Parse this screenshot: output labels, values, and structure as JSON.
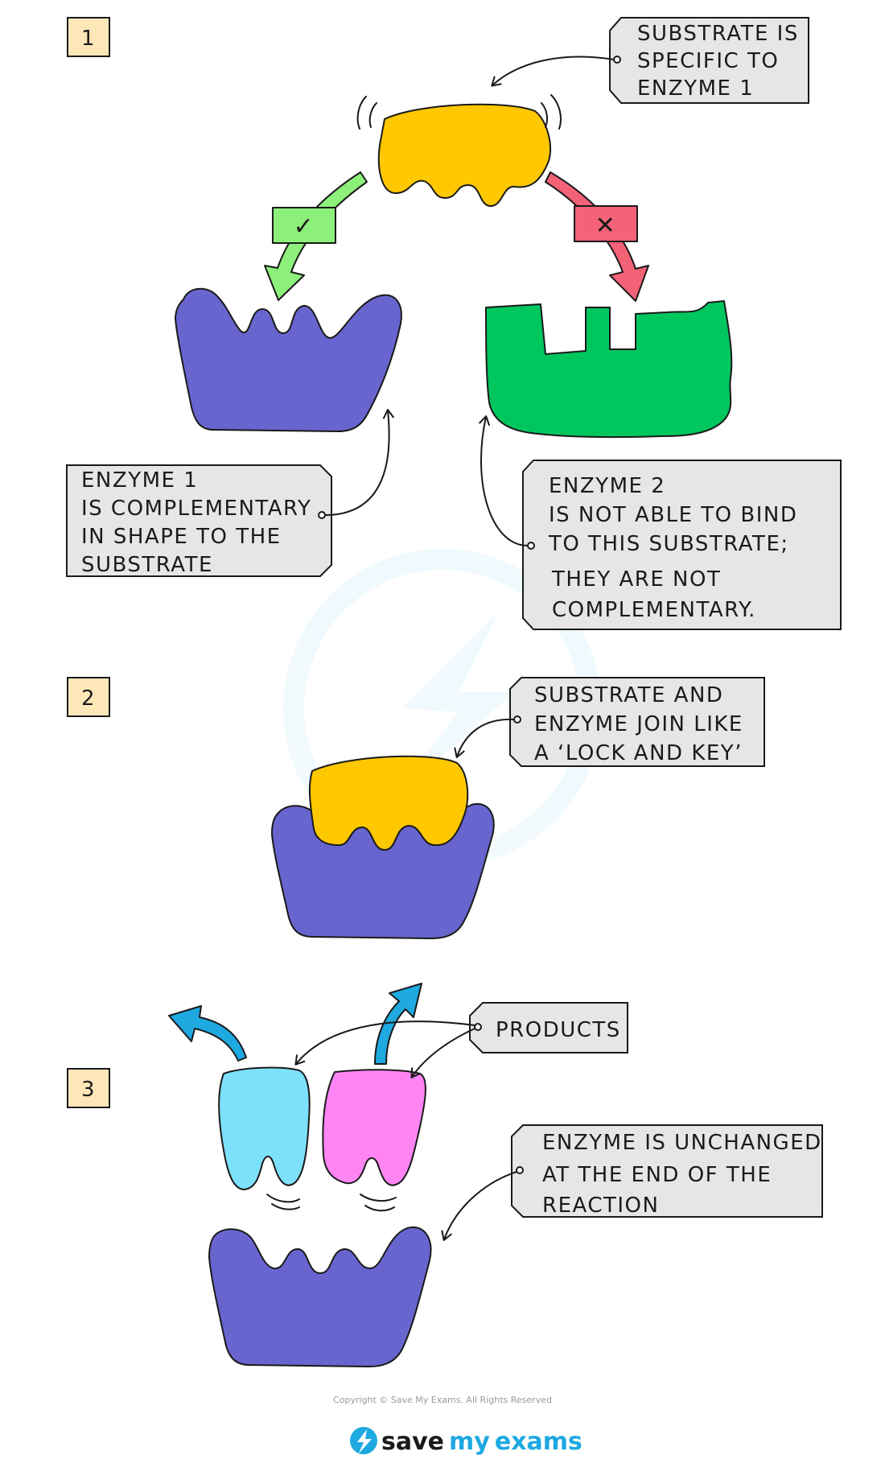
{
  "steps": [
    "1",
    "2",
    "3"
  ],
  "callouts": {
    "substrate_specific": [
      "SUBSTRATE IS",
      "SPECIFIC  TO",
      "ENZYME 1"
    ],
    "enzyme1": [
      "ENZYME 1",
      "IS COMPLEMENTARY",
      "IN SHAPE  TO THE",
      "SUBSTRATE"
    ],
    "enzyme2": [
      "ENZYME 2",
      "IS NOT  ABLE TO BIND",
      "TO THIS  SUBSTRATE;",
      "THEY  ARE  NOT",
      "COMPLEMENTARY."
    ],
    "lock_key": [
      "SUBSTRATE   AND",
      "ENZYME  JOIN  LIKE",
      "A ‘LOCK  AND  KEY’"
    ],
    "products": [
      "PRODUCTS"
    ],
    "unchanged": [
      "ENZYME IS  UNCHANGED",
      "AT  THE  END  OF  THE",
      "REACTION"
    ]
  },
  "marks": {
    "correct": "✓",
    "incorrect": "✕"
  },
  "colors": {
    "substrate": "#ffc800",
    "enzyme1": "#6865cf",
    "enzyme2": "#00c65e",
    "correct_arrow": "#8cf07a",
    "incorrect_arrow": "#f46277",
    "product_left": "#7ee1fb",
    "product_right": "#ff85f5",
    "release_arrow": "#1ea9e1",
    "callout_fill": "#e6e6e6",
    "number_fill": "#fde7b8"
  },
  "footer": {
    "copyright": "Copyright © Save My Exams. All Rights Reserved",
    "brand_part1": "save",
    "brand_part2": "my",
    "brand_part3": "exams"
  }
}
